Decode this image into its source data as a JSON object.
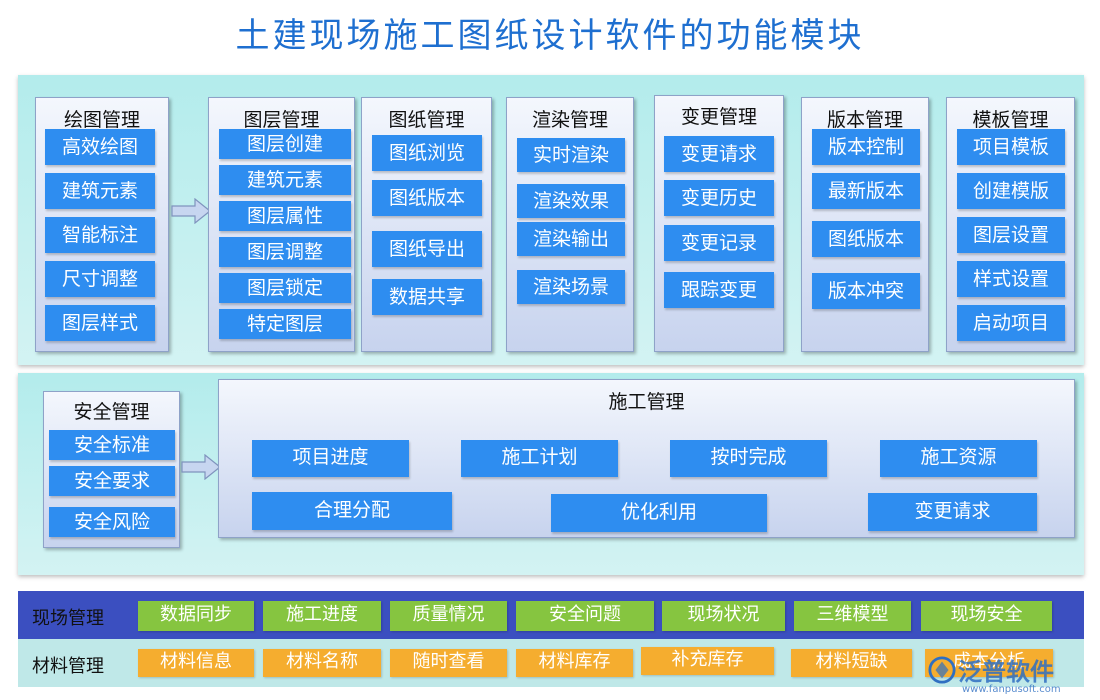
{
  "title": "土建现场施工图纸设计软件的功能模块",
  "top_groups": [
    {
      "title": "绘图管理",
      "items": [
        "高效绘图",
        "建筑元素",
        "智能标注",
        "尺寸调整",
        "图层样式"
      ]
    },
    {
      "title": "图层管理",
      "items": [
        "图层创建",
        "建筑元素",
        "图层属性",
        "图层调整",
        "图层锁定",
        "特定图层"
      ]
    },
    {
      "title": "图纸管理",
      "items": [
        "图纸浏览",
        "图纸版本",
        "图纸导出",
        "数据共享"
      ]
    },
    {
      "title": "渲染管理",
      "items": [
        "实时渲染",
        "渲染效果",
        "渲染输出",
        "渲染场景"
      ]
    },
    {
      "title": "变更管理",
      "items": [
        "变更请求",
        "变更历史",
        "变更记录",
        "跟踪变更"
      ]
    },
    {
      "title": "版本管理",
      "items": [
        "版本控制",
        "最新版本",
        "图纸版本",
        "版本冲突"
      ]
    },
    {
      "title": "模板管理",
      "items": [
        "项目模板",
        "创建模版",
        "图层设置",
        "样式设置",
        "启动项目"
      ]
    }
  ],
  "safety": {
    "title": "安全管理",
    "items": [
      "安全标准",
      "安全要求",
      "安全风险"
    ]
  },
  "construction": {
    "title": "施工管理",
    "items": [
      "项目进度",
      "施工计划",
      "按时完成",
      "施工资源",
      "合理分配",
      "优化利用",
      "变更请求"
    ]
  },
  "site": {
    "label": "现场管理",
    "items": [
      "数据同步",
      "施工进度",
      "质量情况",
      "安全问题",
      "现场状况",
      "三维模型",
      "现场安全"
    ]
  },
  "material": {
    "label": "材料管理",
    "items": [
      "材料信息",
      "材料名称",
      "随时查看",
      "材料库存",
      "补充库存",
      "材料短缺",
      "成本分析"
    ]
  },
  "watermark": {
    "brand": "泛普软件",
    "url": "www.fanpusoft.com"
  },
  "colors": {
    "title": "#1e6fd0",
    "button": "#2e8df0",
    "band": "#3b4fc0",
    "green": "#86c540",
    "orange": "#f5ad2f"
  }
}
